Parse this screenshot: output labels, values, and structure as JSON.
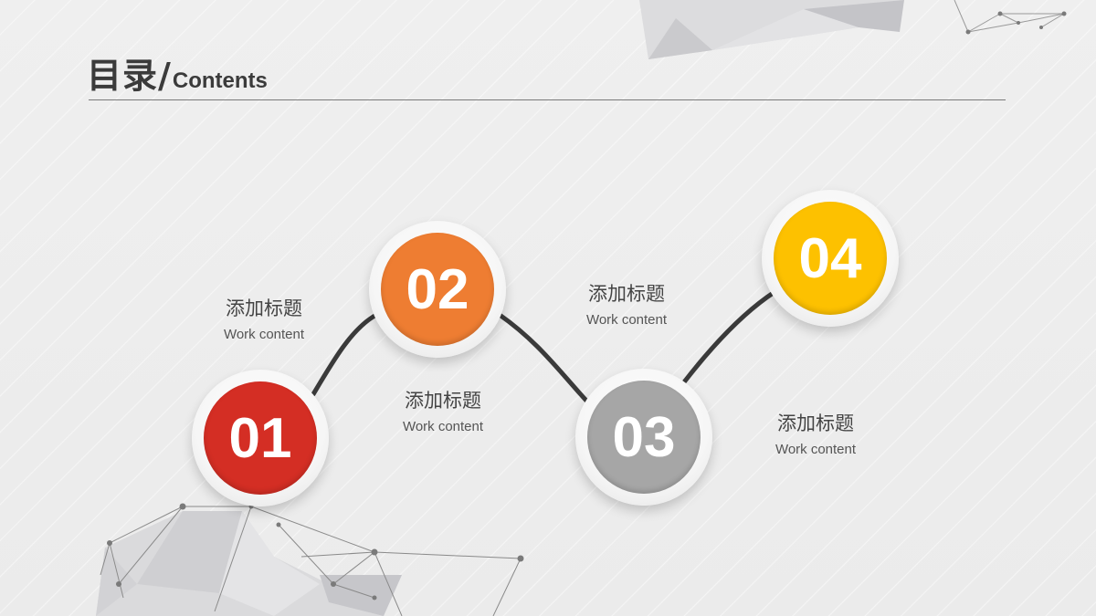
{
  "header": {
    "title_cn": "目录",
    "slash": "/",
    "title_en": "Contents"
  },
  "items": [
    {
      "number": "01",
      "color": "#d42e24",
      "title": "添加标题",
      "subtitle": "Work content"
    },
    {
      "number": "02",
      "color": "#ee7d32",
      "title": "添加标题",
      "subtitle": "Work content"
    },
    {
      "number": "03",
      "color": "#a6a6a6",
      "title": "添加标题",
      "subtitle": "Work content"
    },
    {
      "number": "04",
      "color": "#fdc100",
      "title": "添加标题",
      "subtitle": "Work content"
    }
  ],
  "colors": {
    "connector": "#3a3a3a",
    "title_text": "#3b3b3b",
    "background": "#ececec"
  }
}
